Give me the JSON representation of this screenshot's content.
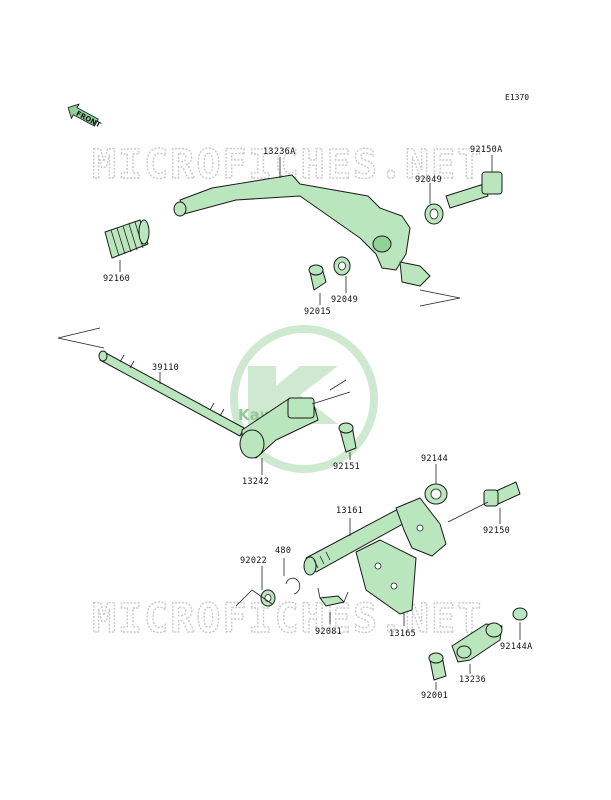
{
  "diagram_code": "E1370",
  "front_label": "FRONT",
  "watermark_text": "MICROFICHES.NET",
  "logo_text": "Kawasaki",
  "colors": {
    "part_fill": "#b9e6bc",
    "part_dark": "#8fd196",
    "watermark": "#c9c9c9",
    "logo": "#cfe9d0"
  },
  "parts": {
    "p13236A": "13236A",
    "p92150A": "92150A",
    "p92049a": "92049",
    "p92160": "92160",
    "p92015": "92015",
    "p92049b": "92049",
    "p39110": "39110",
    "p13242": "13242",
    "p92151": "92151",
    "p92144": "92144",
    "p92150": "92150",
    "p13161": "13161",
    "p480": "480",
    "p92022": "92022",
    "p92081": "92081",
    "p13165": "13165",
    "p92144A": "92144A",
    "p13236": "13236",
    "p92001": "92001"
  }
}
